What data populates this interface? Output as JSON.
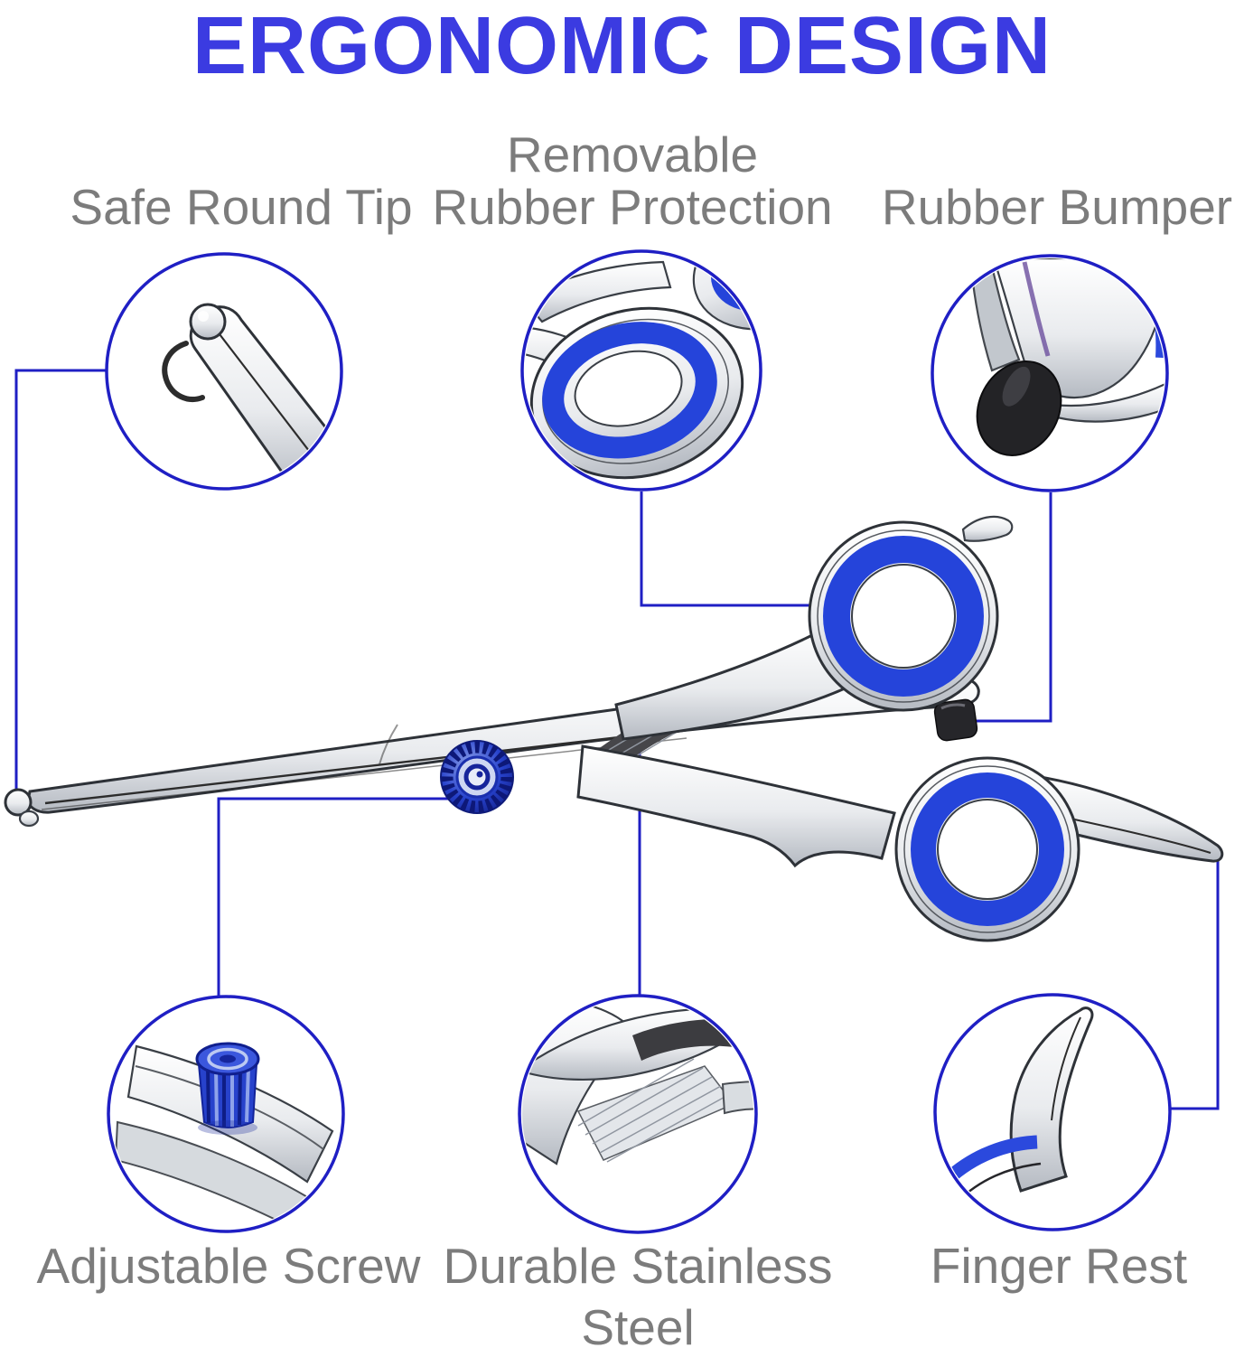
{
  "title": "ERGONOMIC DESIGN",
  "features": {
    "safe_round_tip": "Safe Round Tip",
    "removable_line1": "Removable",
    "removable_line2": "Rubber Protection",
    "rubber_bumper": "Rubber Bumper",
    "adjustable_screw": "Adjustable Screw",
    "durable_line1": "Durable Stainless",
    "durable_line2": "Steel",
    "finger_rest": "Finger Rest"
  },
  "colors": {
    "title_blue": "#3b3be1",
    "label_gray": "#7c7c7c",
    "line_blue": "#1f1fc4",
    "ring_blue": "#2544da",
    "bumper_black": "#26262a",
    "screw_blue": "#2038c0"
  }
}
